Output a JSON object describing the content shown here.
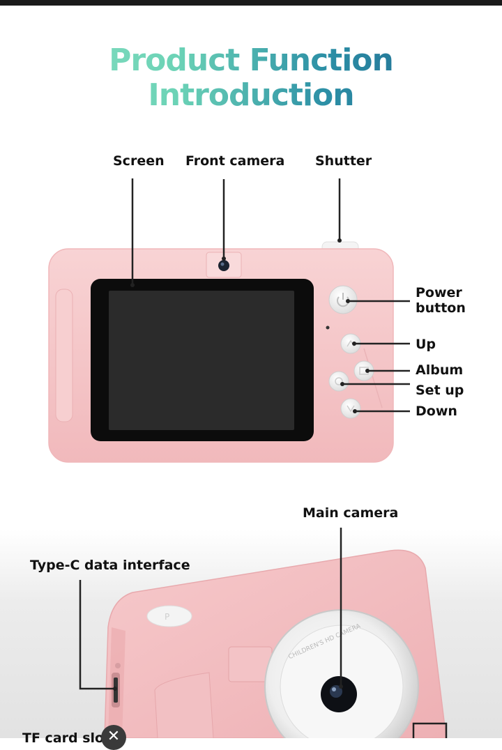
{
  "title": {
    "line1": "Product Function",
    "line2": "Introduction"
  },
  "labels": {
    "screen": "Screen",
    "front_camera": "Front camera",
    "shutter": "Shutter",
    "power_button_line1": "Power",
    "power_button_line2": "button",
    "up": "Up",
    "album": "Album",
    "set_up": "Set up",
    "down": "Down",
    "main_camera": "Main camera",
    "type_c": "Type-C data interface",
    "tf_card_slot": "TF card slot"
  },
  "lens_ring_text": "CHILDREN'S HD CAMERA",
  "overlay": {
    "close_symbol": "✕"
  },
  "colors": {
    "camera_pink": "#f5c4c6",
    "screen_black": "#111111",
    "title_start": "#8fe0c4",
    "title_end": "#1d5e8a"
  }
}
